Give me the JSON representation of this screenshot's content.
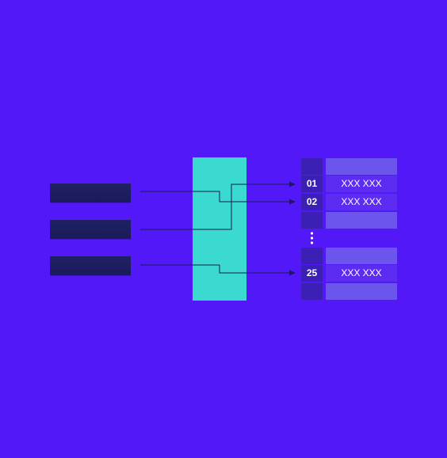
{
  "colors": {
    "background": "#5218f8",
    "key_bar": "#1f2164",
    "hash_block": "#3adad1",
    "index_cell": "#3c1fb4",
    "empty_value_cell": "#6b55ec",
    "filled_value_cell": "#5c2cf3",
    "arrow": "#1b1b55"
  },
  "keys": [
    {
      "label": ""
    },
    {
      "label": ""
    },
    {
      "label": ""
    }
  ],
  "buckets": {
    "rows": [
      {
        "index": "",
        "value": ""
      },
      {
        "index": "01",
        "value": "XXX XXX"
      },
      {
        "index": "02",
        "value": "XXX XXX"
      },
      {
        "index": "",
        "value": ""
      },
      {
        "index": "",
        "value": ""
      },
      {
        "index": "25",
        "value": "XXX XXX"
      },
      {
        "index": "",
        "value": ""
      }
    ]
  }
}
